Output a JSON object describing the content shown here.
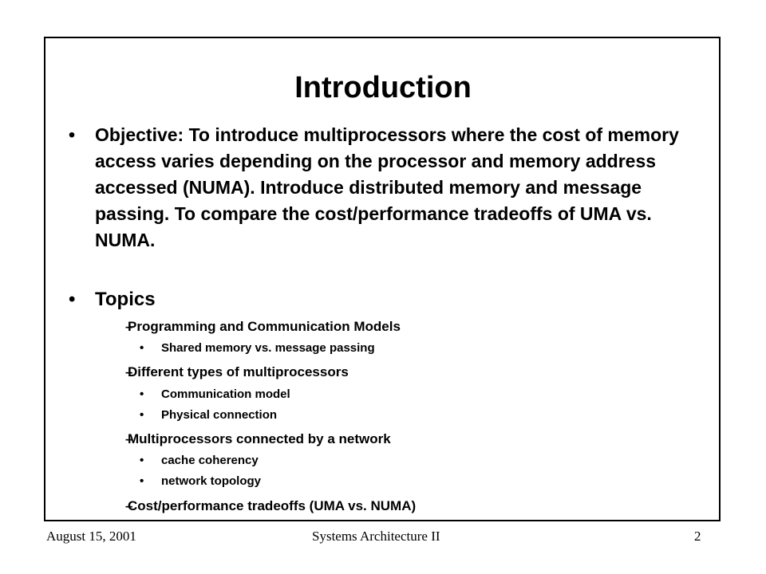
{
  "slide": {
    "title": "Introduction",
    "bullet_glyph": "•",
    "dash_glyph": "–",
    "objective": "Objective: To introduce multiprocessors where the cost of memory access varies depending on the processor and memory address accessed (NUMA).  Introduce distributed memory and message passing.  To compare the cost/performance tradeoffs of UMA vs. NUMA.",
    "topics_label": "Topics",
    "topics": [
      {
        "label": "Programming and Communication Models",
        "subitems": [
          "Shared memory vs. message passing"
        ]
      },
      {
        "label": "Different types of multiprocessors",
        "subitems": [
          "Communication model",
          "Physical connection"
        ]
      },
      {
        "label": "Multiprocessors connected by a network",
        "subitems": [
          "cache coherency",
          "network topology"
        ]
      },
      {
        "label": "Cost/performance tradeoffs (UMA vs. NUMA)",
        "subitems": []
      }
    ]
  },
  "footer": {
    "date": "August 15, 2001",
    "course": "Systems Architecture II",
    "page_number": "2"
  }
}
